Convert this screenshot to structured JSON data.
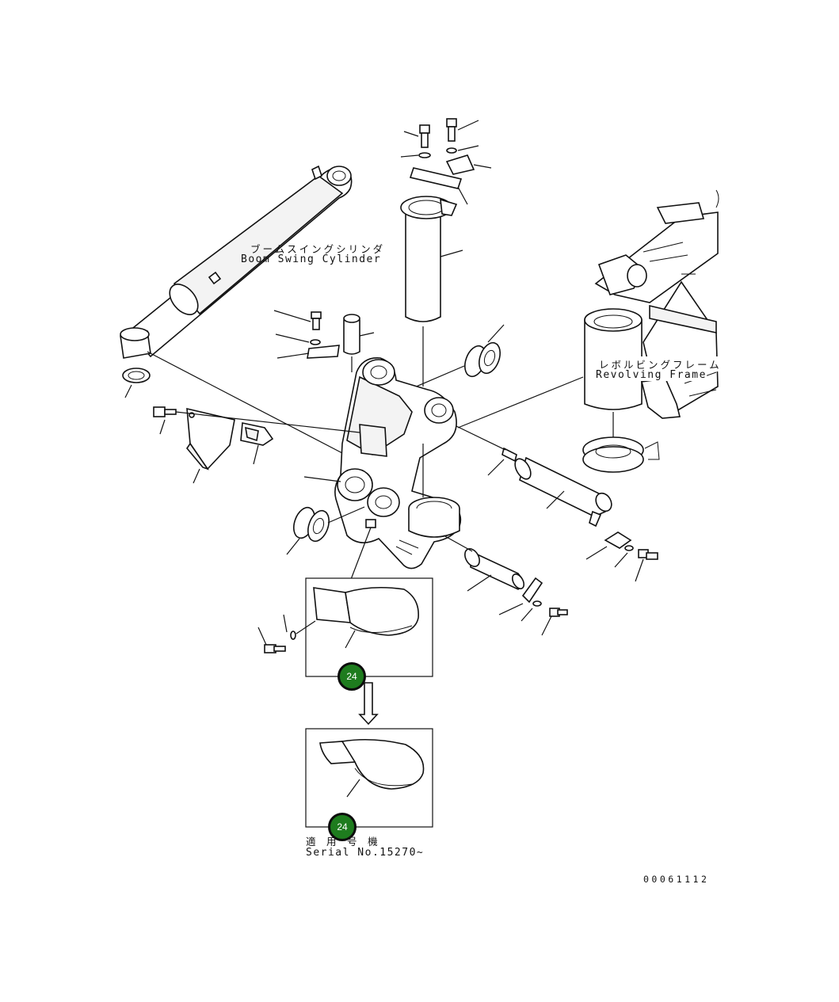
{
  "labels": {
    "boom_swing_cylinder_jp": "ブームスイングシリンダ",
    "boom_swing_cylinder_en": "Boom Swing Cylinder",
    "revolving_frame_jp": "レボルビングフレーム",
    "revolving_frame_en": "Revolving Frame",
    "applicable_jp": "適 用 号 機",
    "serial_no": "Serial No.15270~",
    "drawing_number": "00061112"
  },
  "callouts": {
    "upper_badge": "24",
    "lower_badge": "24"
  },
  "colors": {
    "badge_fill": "#1e7c1e",
    "badge_border": "#0c0c0c",
    "line": "#111111"
  }
}
